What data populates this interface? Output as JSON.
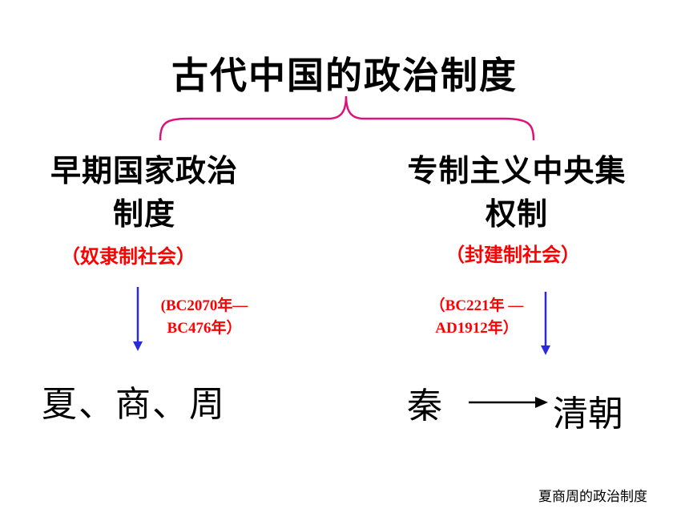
{
  "title": "古代中国的政治制度",
  "left_branch": {
    "title_line1": "早期国家政治",
    "title_line2": "制度",
    "society": "（奴隶制社会）",
    "period_line1": "(BC2070年—",
    "period_line2": "BC476年）",
    "dynasties": "夏、商、周"
  },
  "right_branch": {
    "title_line1": "专制主义中央集",
    "title_line2": "权制",
    "society": "（封建制社会）",
    "period_line1": "（BC221年 —",
    "period_line2": "AD1912年）",
    "start": "秦",
    "end": "清朝"
  },
  "footer": "夏商周的政治制度",
  "colors": {
    "brace": "#e0107a",
    "arrow": "#2a2ad8",
    "red_text": "#ff0000"
  }
}
